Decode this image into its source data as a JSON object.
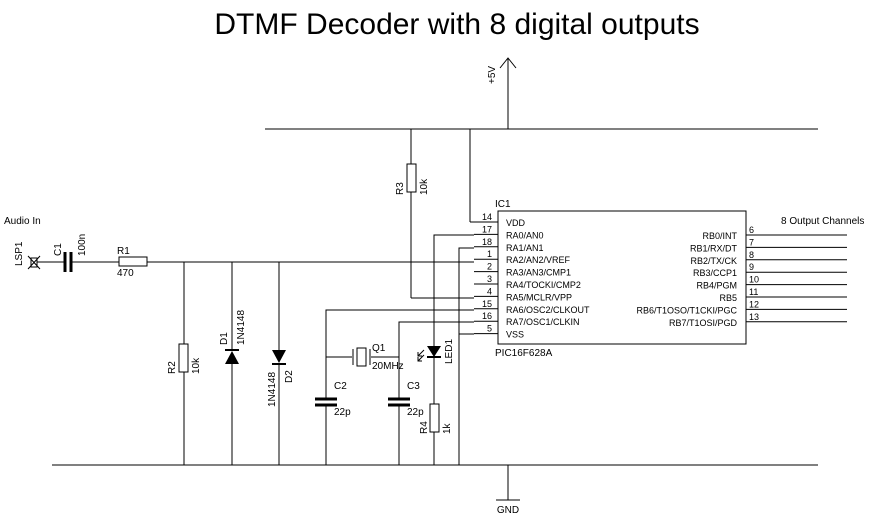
{
  "title": "DTMF Decoder with 8 digital outputs",
  "supply_label": "+5V",
  "ground_label": "GND",
  "audio_in_label": "Audio In",
  "output_channels_label": "8 Output Channels",
  "components": {
    "lsp1": "LSP1",
    "c1": "C1",
    "c1_value": "100n",
    "r1": "R1",
    "r1_value": "470",
    "r2": "R2",
    "r2_value": "10k",
    "r3": "R3",
    "r3_value": "10k",
    "r4": "R4",
    "r4_value": "1k",
    "d1": "D1",
    "d1_value": "1N4148",
    "d2": "D2",
    "d2_value": "1N4148",
    "c2": "C2",
    "c2_value": "22p",
    "c3": "C3",
    "c3_value": "22p",
    "q1": "Q1",
    "q1_value": "20MHz",
    "led1": "LED1"
  },
  "ic": {
    "ref": "IC1",
    "part": "PIC16F628A",
    "left_pins": [
      {
        "num": "14",
        "name": "VDD"
      },
      {
        "num": "17",
        "name": "RA0/AN0"
      },
      {
        "num": "18",
        "name": "RA1/AN1"
      },
      {
        "num": "1",
        "name": "RA2/AN2/VREF"
      },
      {
        "num": "2",
        "name": "RA3/AN3/CMP1"
      },
      {
        "num": "3",
        "name": "RA4/TOCKI/CMP2"
      },
      {
        "num": "4",
        "name": "RA5/MCLR/VPP"
      },
      {
        "num": "15",
        "name": "RA6/OSC2/CLKOUT"
      },
      {
        "num": "16",
        "name": "RA7/OSC1/CLKIN"
      },
      {
        "num": "5",
        "name": "VSS"
      }
    ],
    "right_pins": [
      {
        "num": "6",
        "name": "RB0/INT"
      },
      {
        "num": "7",
        "name": "RB1/RX/DT"
      },
      {
        "num": "8",
        "name": "RB2/TX/CK"
      },
      {
        "num": "9",
        "name": "RB3/CCP1"
      },
      {
        "num": "10",
        "name": "RB4/PGM"
      },
      {
        "num": "11",
        "name": "RB5"
      },
      {
        "num": "12",
        "name": "RB6/T1OSO/T1CKI/PGC"
      },
      {
        "num": "13",
        "name": "RB7/T1OSI/PGD"
      }
    ]
  }
}
